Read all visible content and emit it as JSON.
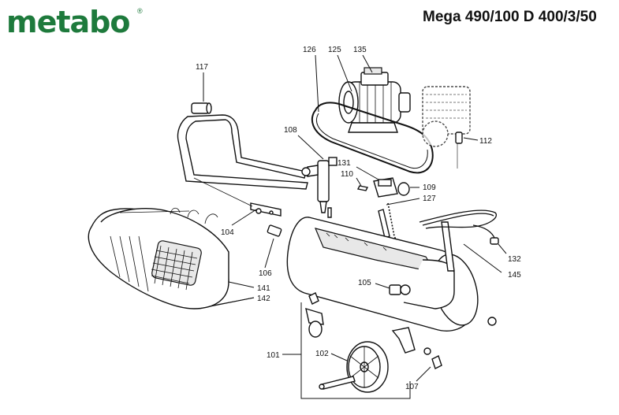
{
  "header": {
    "logo": "metabo",
    "logo_mark": "®",
    "title": "Mega 490/100 D 400/3/50"
  },
  "callouts": [
    "117",
    "126",
    "125",
    "135",
    "108",
    "112",
    "131",
    "110",
    "109",
    "127",
    "104",
    "106",
    "132",
    "141",
    "142",
    "105",
    "145",
    "101",
    "102",
    "107"
  ]
}
